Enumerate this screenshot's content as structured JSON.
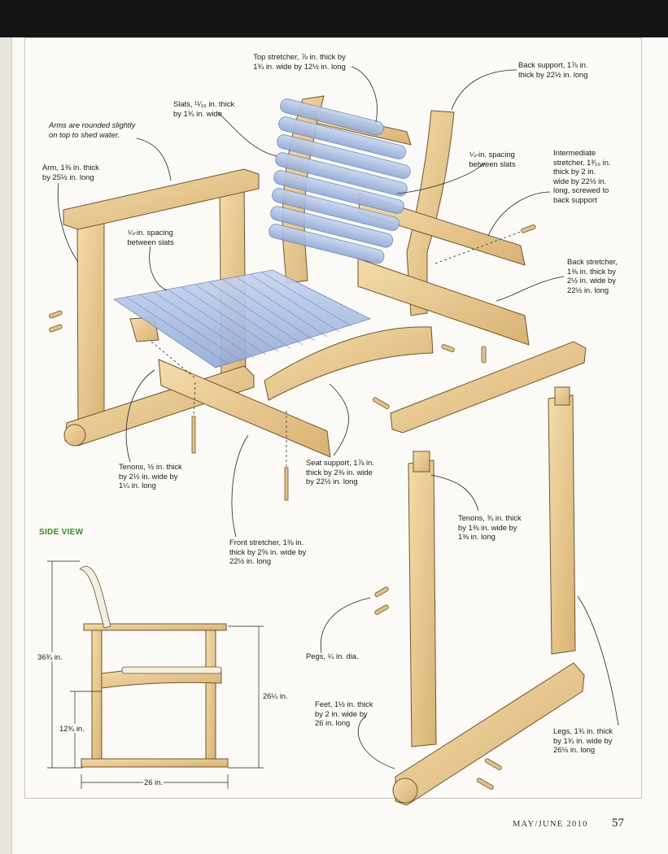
{
  "labels": {
    "top_stretcher": "Top stretcher, ⅞ in. thick by\n1¾ in. wide by 12½ in. long",
    "back_support": "Back support, 1⅞ in.\nthick by 22½ in. long",
    "slats": "Slats, ¹¹⁄₁₆ in. thick\nby 1¾ in. wide",
    "arms_note": "Arms are rounded slightly\non top to shed water.",
    "arm": "Arm, 1⅜ in. thick\nby 25½ in. long",
    "back_spacing": "¼-in. spacing\nbetween slats",
    "intermediate_stretcher": "Intermediate\nstretcher, 1³⁄₁₆ in.\nthick by 2 in.\nwide by 22½ in.\nlong, screwed to\nback support",
    "seat_spacing": "¼-in. spacing\nbetween slats",
    "back_stretcher": "Back stretcher,\n1⅜ in. thick by\n2½ in. wide by\n22½ in. long",
    "tenons_front": "Tenons, ½ in. thick\nby 2½ in. wide by\n1¼ in. long",
    "seat_support": "Seat support, 1⅞ in.\nthick by 2⅜ in. wide\nby 22½ in. long",
    "tenons_leg": "Tenons, ¾ in. thick\nby 1⅜ in. wide by\n1⅜ in. long",
    "front_stretcher": "Front stretcher, 1⅜ in.\nthick by 2⅝ in. wide by\n22½ in. long",
    "pegs": "Pegs, ¼ in. dia.",
    "feet": "Feet, 1½ in. thick\nby 2 in. wide by\n26 in. long",
    "legs": "Legs, 1¾ in. thick\nby 1¾ in. wide by\n26⅛ in. long"
  },
  "side_view": {
    "title": "SIDE VIEW",
    "overall_height": "36¾ in.",
    "arm_height": "26¼ in.",
    "seat_height": "12¾ in.",
    "depth": "26 in."
  },
  "footer": {
    "issue": "MAY/JUNE 2010",
    "page_number": "57"
  },
  "colors": {
    "wood": "#e9c98f",
    "wood_dark": "#c9a264",
    "slat_blue": "#a9bfe6",
    "green_title": "#3e8a2a"
  }
}
